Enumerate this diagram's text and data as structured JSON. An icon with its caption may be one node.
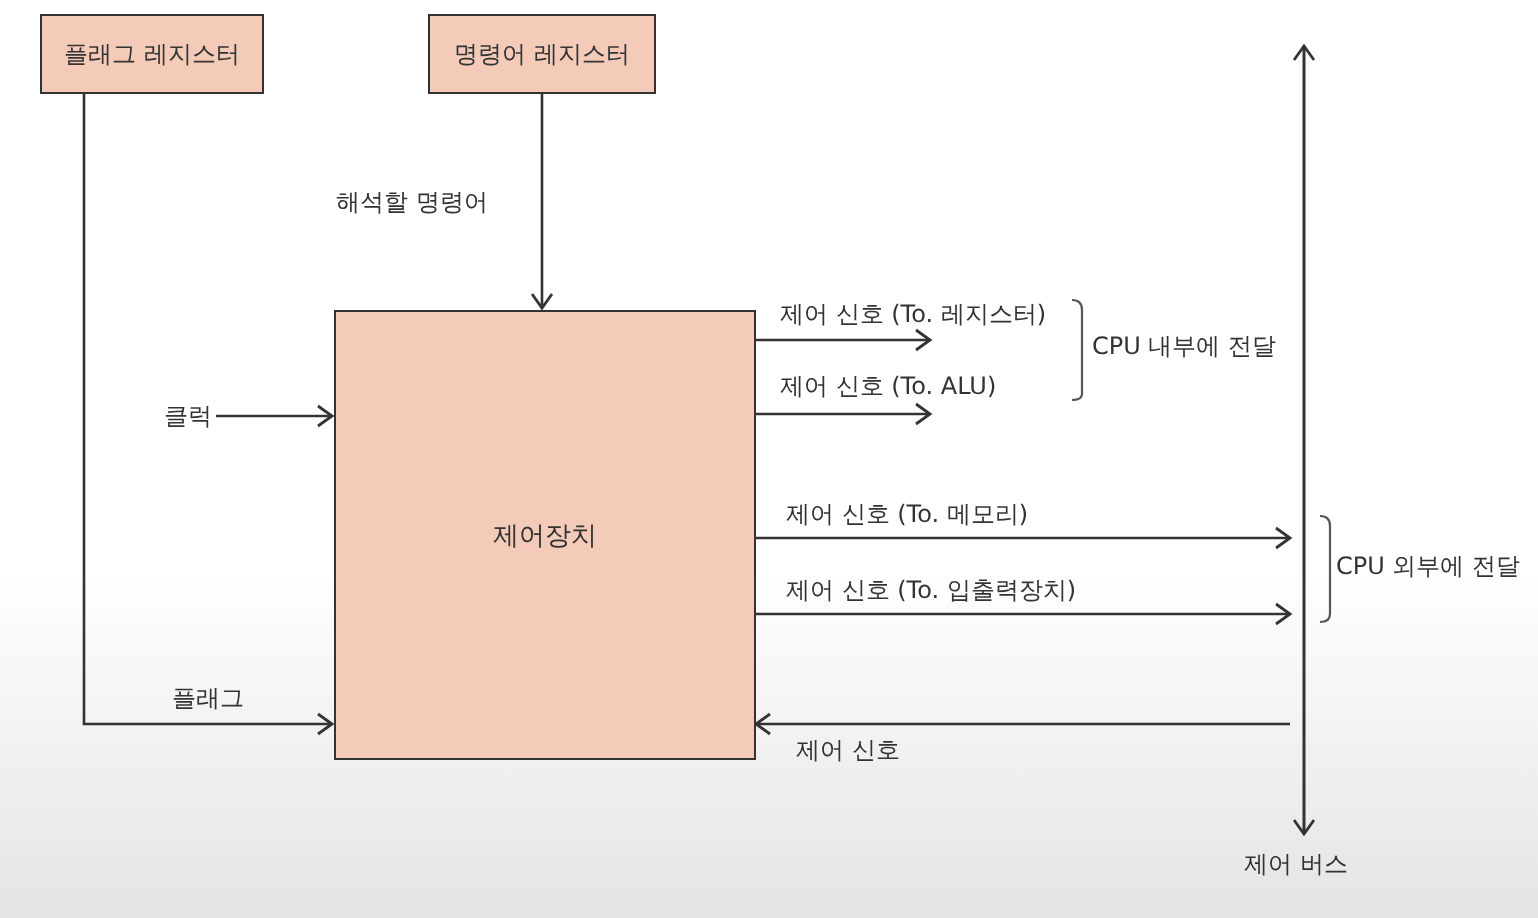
{
  "diagram": {
    "nodes": [
      {
        "text": [
          "플래그 레지스터"
        ]
      },
      {
        "text": [
          "명령어 레지스터"
        ]
      },
      {
        "text": [
          "제어장치"
        ]
      },
      {
        "text": [
          "클럭"
        ]
      },
      {
        "text": [],
        "shape": "bar",
        "beside": [
          "제어 버스"
        ]
      }
    ],
    "edges": [
      {
        "from": 0,
        "to": 2,
        "arrow": "to",
        "label": "플래그"
      },
      {
        "from": 1,
        "to": 2,
        "arrow": "to",
        "label": "해석할 명령어"
      },
      {
        "from": 3,
        "to": 2,
        "arrow": "to"
      },
      {
        "from": 2,
        "to": null,
        "arrow": "to",
        "label": "제어 신호 (To. 레지스터)"
      },
      {
        "from": 2,
        "to": null,
        "arrow": "to",
        "label": "제어 신호 (To. ALU)"
      },
      {
        "from": 2,
        "to": 4,
        "arrow": "to",
        "label": "제어 신호 (To. 메모리)"
      },
      {
        "from": 2,
        "to": 4,
        "arrow": "to",
        "label": "제어 신호 (To. 입출력장치)"
      },
      {
        "from": 4,
        "to": 2,
        "arrow": "to",
        "label": "제어 신호"
      }
    ],
    "labels": [
      "CPU 내부에 전달",
      "CPU 외부에 전달"
    ]
  }
}
